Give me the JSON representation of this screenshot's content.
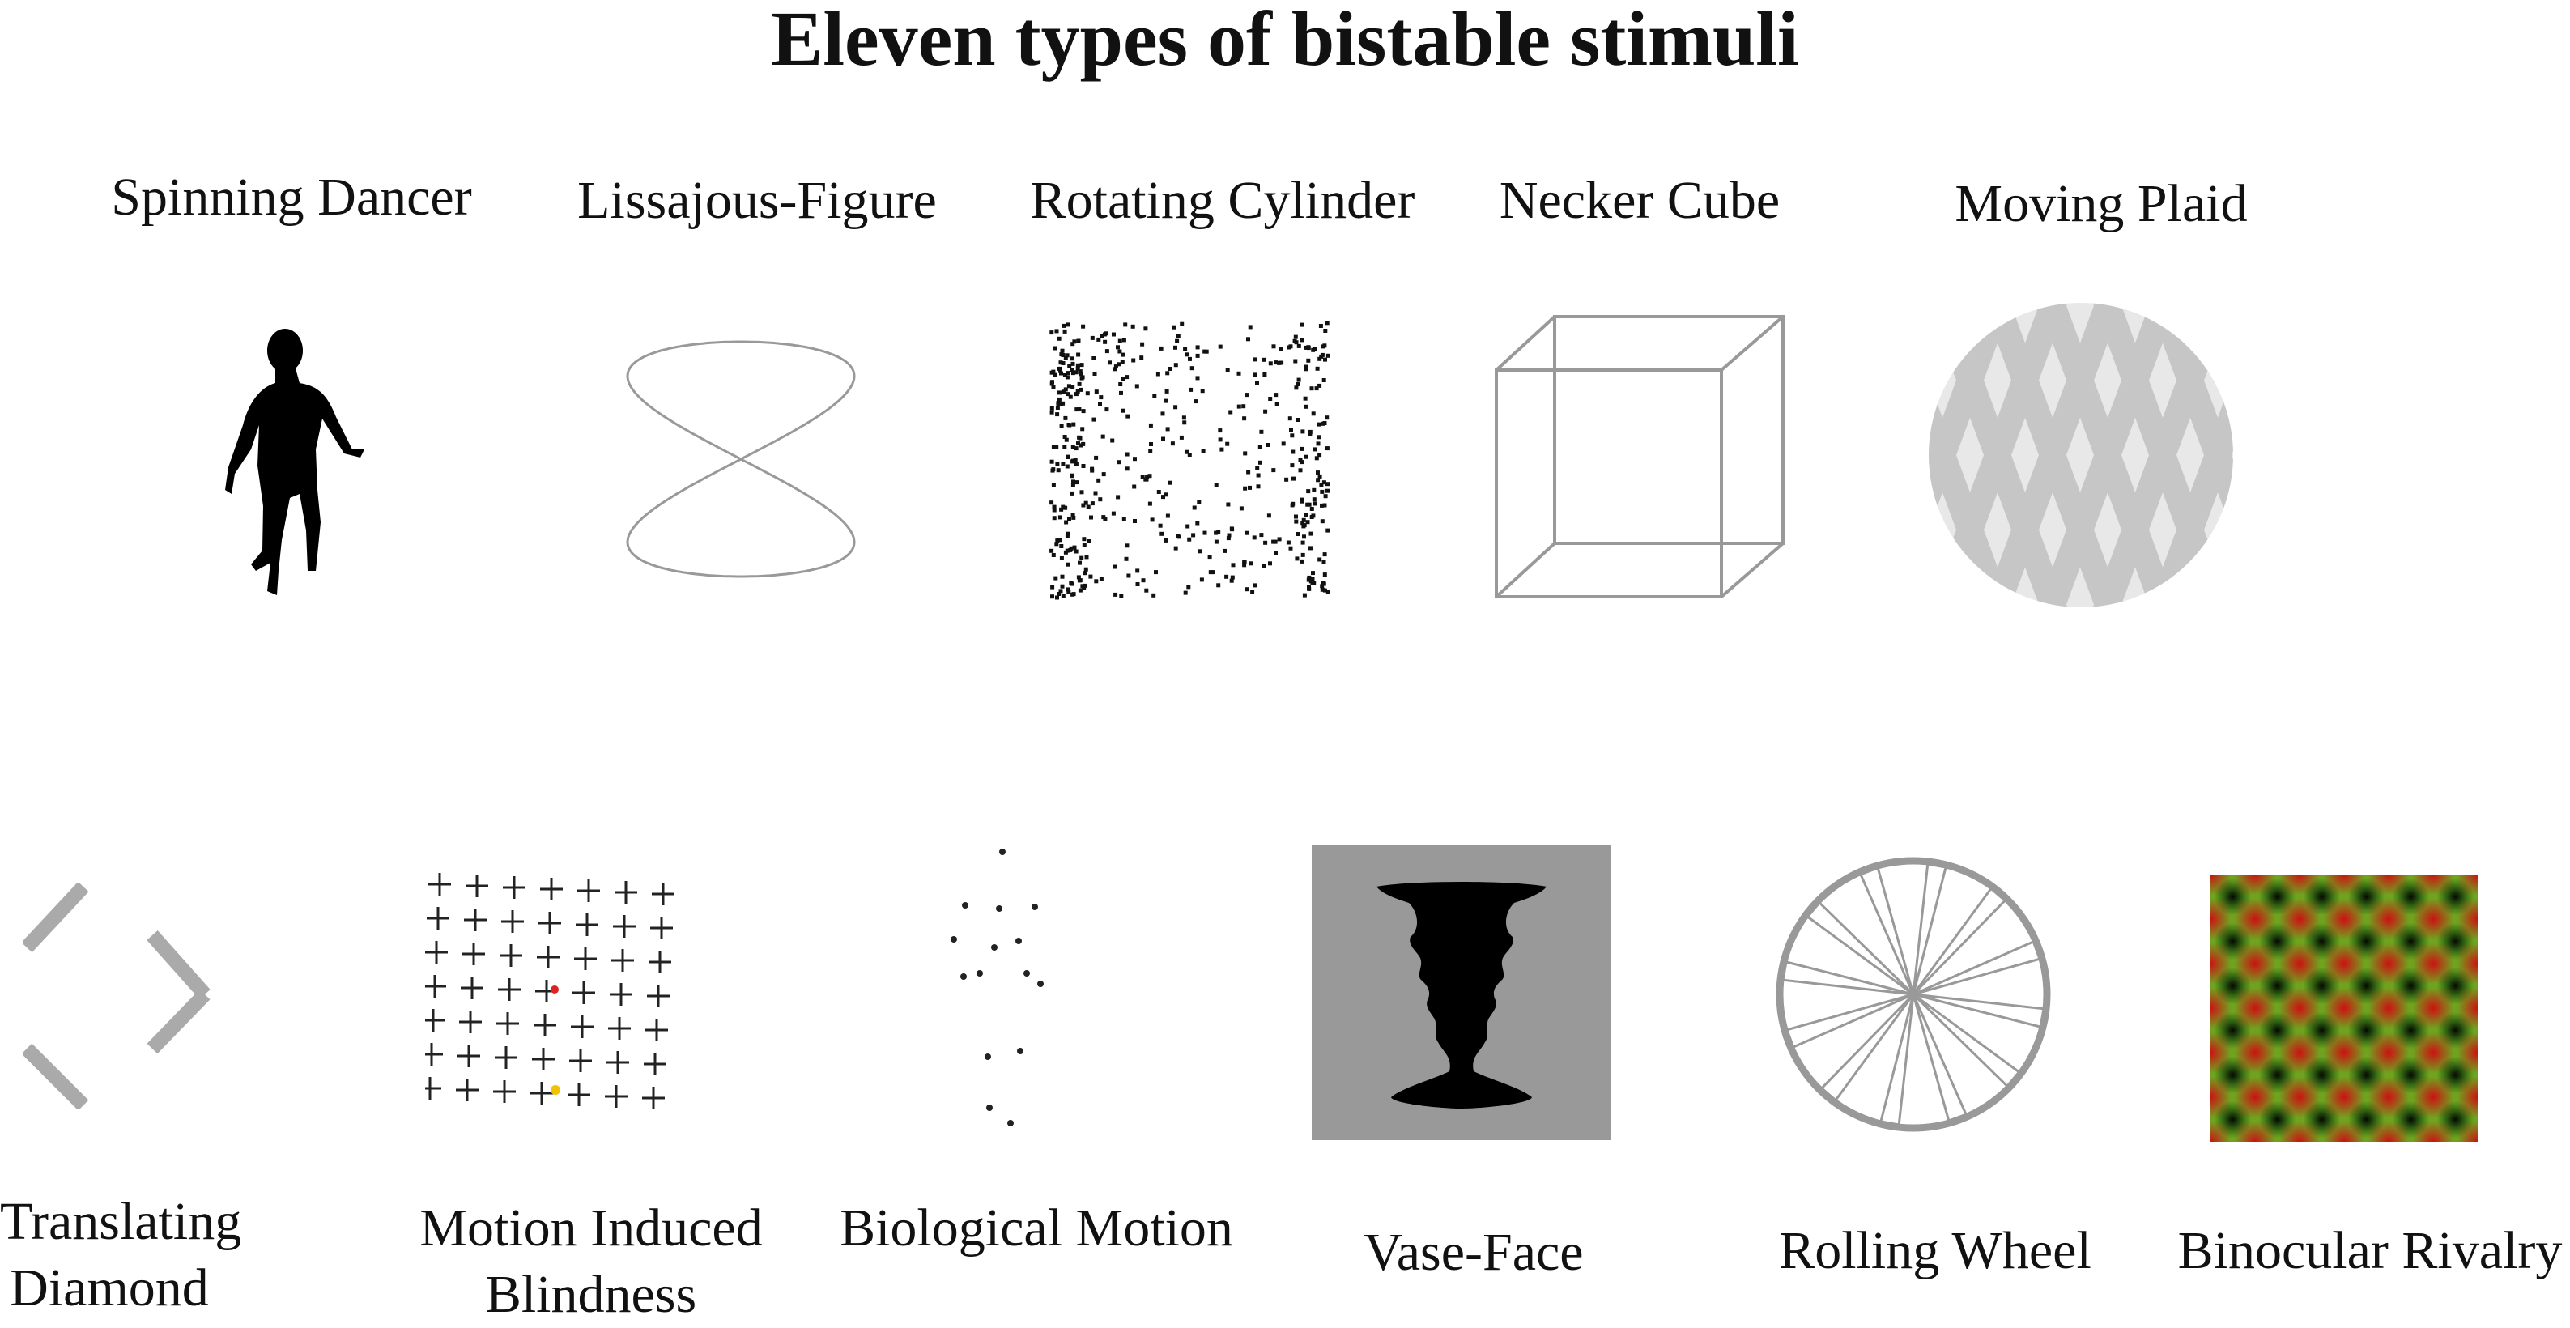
{
  "title": "Eleven types of bistable stimuli",
  "row1": [
    {
      "label": "Spinning Dancer"
    },
    {
      "label": "Lissajous-Figure"
    },
    {
      "label": "Rotating Cylinder"
    },
    {
      "label": "Necker Cube"
    },
    {
      "label": "Moving Plaid"
    }
  ],
  "row2": [
    {
      "line1": "Translating",
      "line2": "Diamond"
    },
    {
      "line1": "Motion Induced",
      "line2": "Blindness"
    },
    {
      "line1": "Biological Motion"
    },
    {
      "line1": "Vase-Face"
    },
    {
      "line1": "Rolling Wheel"
    },
    {
      "line1": "Binocular Rivalry"
    }
  ],
  "colors": {
    "stroke_gray": "#999999",
    "plaid_light": "#e8e8e8",
    "plaid_dark": "#bbbbbb",
    "vase_background": "#999999",
    "mib_red_dot": "#dd2222",
    "mib_yellow_dot": "#f2c200",
    "rivalry_red": "#cc1111",
    "rivalry_green": "#22bb22"
  }
}
